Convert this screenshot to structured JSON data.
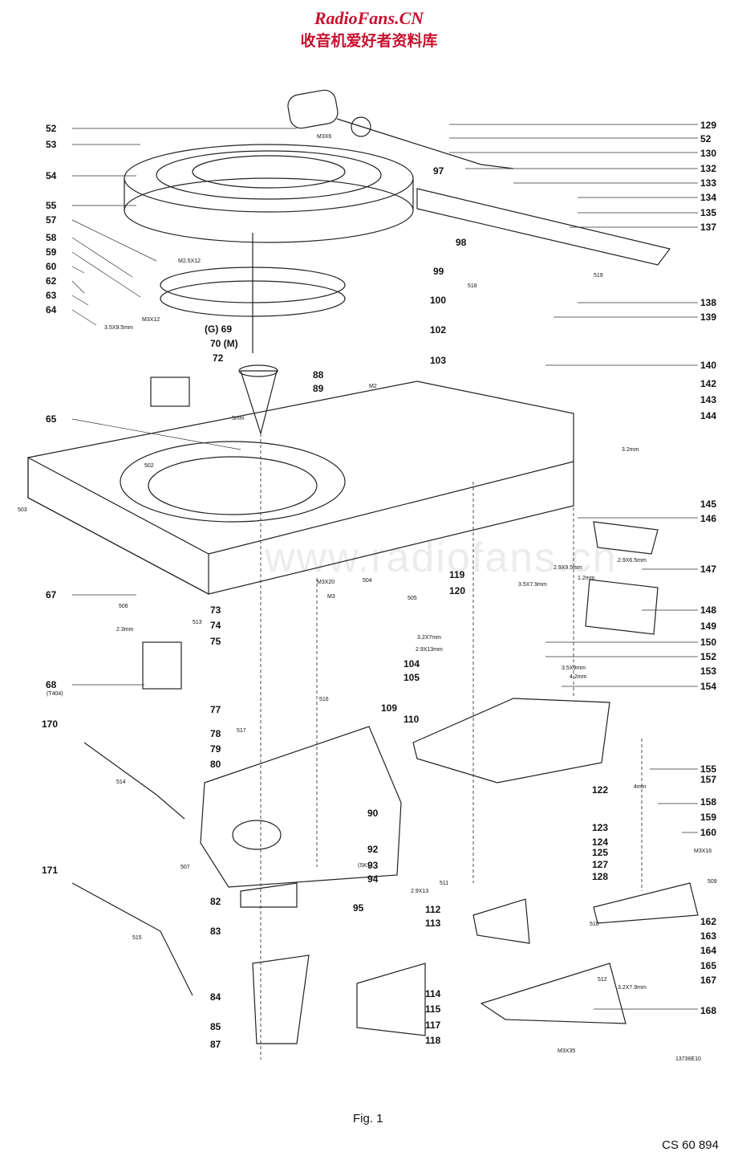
{
  "watermark": {
    "site": "RadioFans.CN",
    "subtitle": "收音机爱好者资料库",
    "faint": "www.radiofans.cn"
  },
  "caption": "Fig. 1",
  "doc_code": "CS 60 894",
  "drawing_ref": "13736E10",
  "left_labels": [
    "52",
    "53",
    "54",
    "55",
    "57",
    "58",
    "59",
    "60",
    "62",
    "63",
    "64",
    "65",
    "67",
    "68",
    "170",
    "171"
  ],
  "mid_labels": [
    "(G) 69",
    "70 (M)",
    "72",
    "73",
    "74",
    "75",
    "77",
    "78",
    "79",
    "80",
    "82",
    "83",
    "84",
    "85",
    "87",
    "88",
    "89",
    "90",
    "92",
    "93",
    "94",
    "95",
    "97",
    "98",
    "99",
    "100",
    "102",
    "103",
    "104",
    "105",
    "109",
    "110",
    "112",
    "113",
    "114",
    "115",
    "117",
    "118",
    "119",
    "120",
    "122",
    "123",
    "124",
    "125",
    "127",
    "128"
  ],
  "right_labels": [
    "129",
    "52",
    "130",
    "132",
    "133",
    "134",
    "135",
    "137",
    "138",
    "139",
    "140",
    "142",
    "143",
    "144",
    "145",
    "146",
    "147",
    "148",
    "149",
    "150",
    "152",
    "153",
    "154",
    "155",
    "157",
    "158",
    "159",
    "160",
    "162",
    "163",
    "164",
    "165",
    "167",
    "168"
  ],
  "sub_labels": [
    "(T404)",
    "(SK1)",
    "503",
    "502",
    "504",
    "505",
    "506",
    "507",
    "509",
    "510",
    "511",
    "512",
    "513",
    "514",
    "515",
    "516",
    "517",
    "518",
    "519",
    "5mm",
    "M3X6",
    "M3X12",
    "M2.5X12",
    "M3X20",
    "M3X35",
    "M3X16",
    "M2",
    "M3",
    "2.3mm",
    "3.2mm",
    "4mm",
    "1.2mm",
    "4.2mm",
    "3.5X9.5mm",
    "2.9X13mm",
    "3.2X7mm",
    "2.9X9.5mm",
    "3.5X7.9mm",
    "2.9X6.5mm",
    "3.5X9mm",
    "3.2X7.9mm",
    "2.9X13"
  ]
}
